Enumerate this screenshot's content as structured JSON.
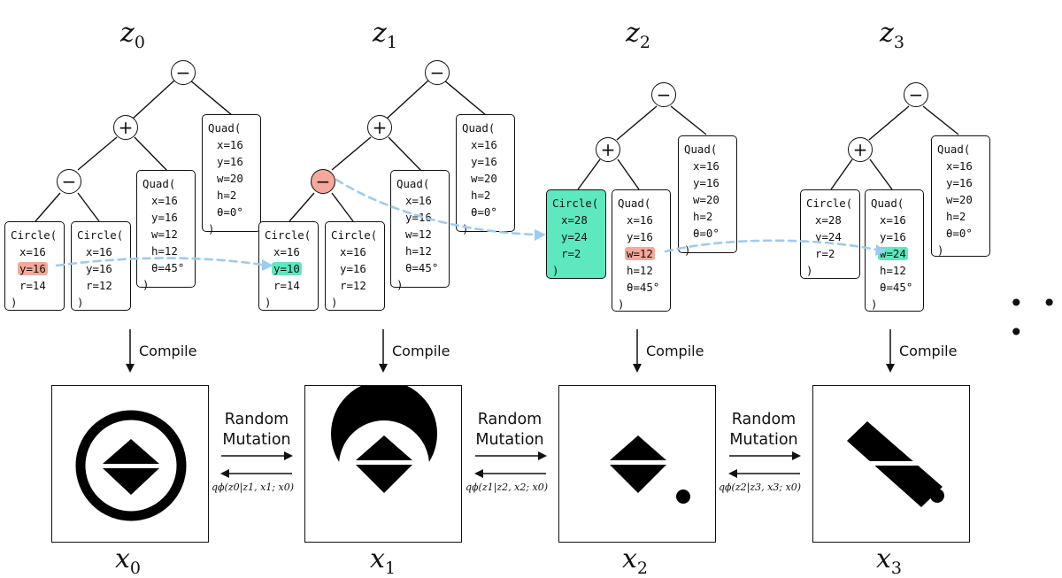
{
  "states": [
    {
      "z_var": "z",
      "z_sub": "0",
      "x_var": "x",
      "x_sub": "0",
      "compile_label": "Compile",
      "root_op": "−",
      "mid_op": "+",
      "low_op": "−",
      "quad_right": [
        "Quad(",
        "x=16",
        "y=16",
        "w=20",
        "h=2",
        "θ=0°",
        ")"
      ],
      "quad_mid": [
        "Quad(",
        "x=16",
        "y=16",
        "w=12",
        "h=12",
        "θ=45°",
        ")"
      ],
      "circle_a": [
        "Circle(",
        "x=16",
        "y=16",
        "r=14",
        ")"
      ],
      "circle_b": [
        "Circle(",
        "x=16",
        "y=16",
        "r=12",
        ")"
      ]
    },
    {
      "z_var": "z",
      "z_sub": "1",
      "x_var": "x",
      "x_sub": "1",
      "compile_label": "Compile",
      "root_op": "−",
      "mid_op": "+",
      "low_op": "−",
      "quad_right": [
        "Quad(",
        "x=16",
        "y=16",
        "w=20",
        "h=2",
        "θ=0°",
        ")"
      ],
      "quad_mid": [
        "Quad(",
        "x=16",
        "y=16",
        "w=12",
        "h=12",
        "θ=45°",
        ")"
      ],
      "circle_a": [
        "Circle(",
        "x=16",
        "y=10",
        "r=14",
        ")"
      ],
      "circle_b": [
        "Circle(",
        "x=16",
        "y=16",
        "r=12",
        ")"
      ]
    },
    {
      "z_var": "z",
      "z_sub": "2",
      "x_var": "x",
      "x_sub": "2",
      "compile_label": "Compile",
      "root_op": "−",
      "mid_op": "+",
      "quad_right": [
        "Quad(",
        "x=16",
        "y=16",
        "w=20",
        "h=2",
        "θ=0°",
        ")"
      ],
      "quad_mid": [
        "Quad(",
        "x=16",
        "y=16",
        "w=12",
        "h=12",
        "θ=45°",
        ")"
      ],
      "circle_a": [
        "Circle(",
        "x=28",
        "y=24",
        "r=2",
        ")"
      ]
    },
    {
      "z_var": "z",
      "z_sub": "3",
      "x_var": "x",
      "x_sub": "3",
      "compile_label": "Compile",
      "root_op": "−",
      "mid_op": "+",
      "quad_right": [
        "Quad(",
        "x=16",
        "y=16",
        "w=20",
        "h=2",
        "θ=0°",
        ")"
      ],
      "quad_mid": [
        "Quad(",
        "x=16",
        "y=16",
        "w=24",
        "h=12",
        "θ=45°",
        ")"
      ],
      "circle_a": [
        "Circle(",
        "x=28",
        "y=24",
        "r=2",
        ")"
      ]
    }
  ],
  "transitions": [
    {
      "mutation_line1": "Random",
      "mutation_line2": "Mutation",
      "q": "qϕ(z0|z1, x1; x0)"
    },
    {
      "mutation_line1": "Random",
      "mutation_line2": "Mutation",
      "q": "qϕ(z1|z2, x2; x0)"
    },
    {
      "mutation_line1": "Random",
      "mutation_line2": "Mutation",
      "q": "qϕ(z2|z3, x3; x0)"
    }
  ],
  "ellipsis": "• • •",
  "colors": {
    "mutated_from": "#f4a99a",
    "mutated_to": "#5de8bf",
    "mutation_arrow": "#9dcbf2",
    "ink": "#111111"
  }
}
